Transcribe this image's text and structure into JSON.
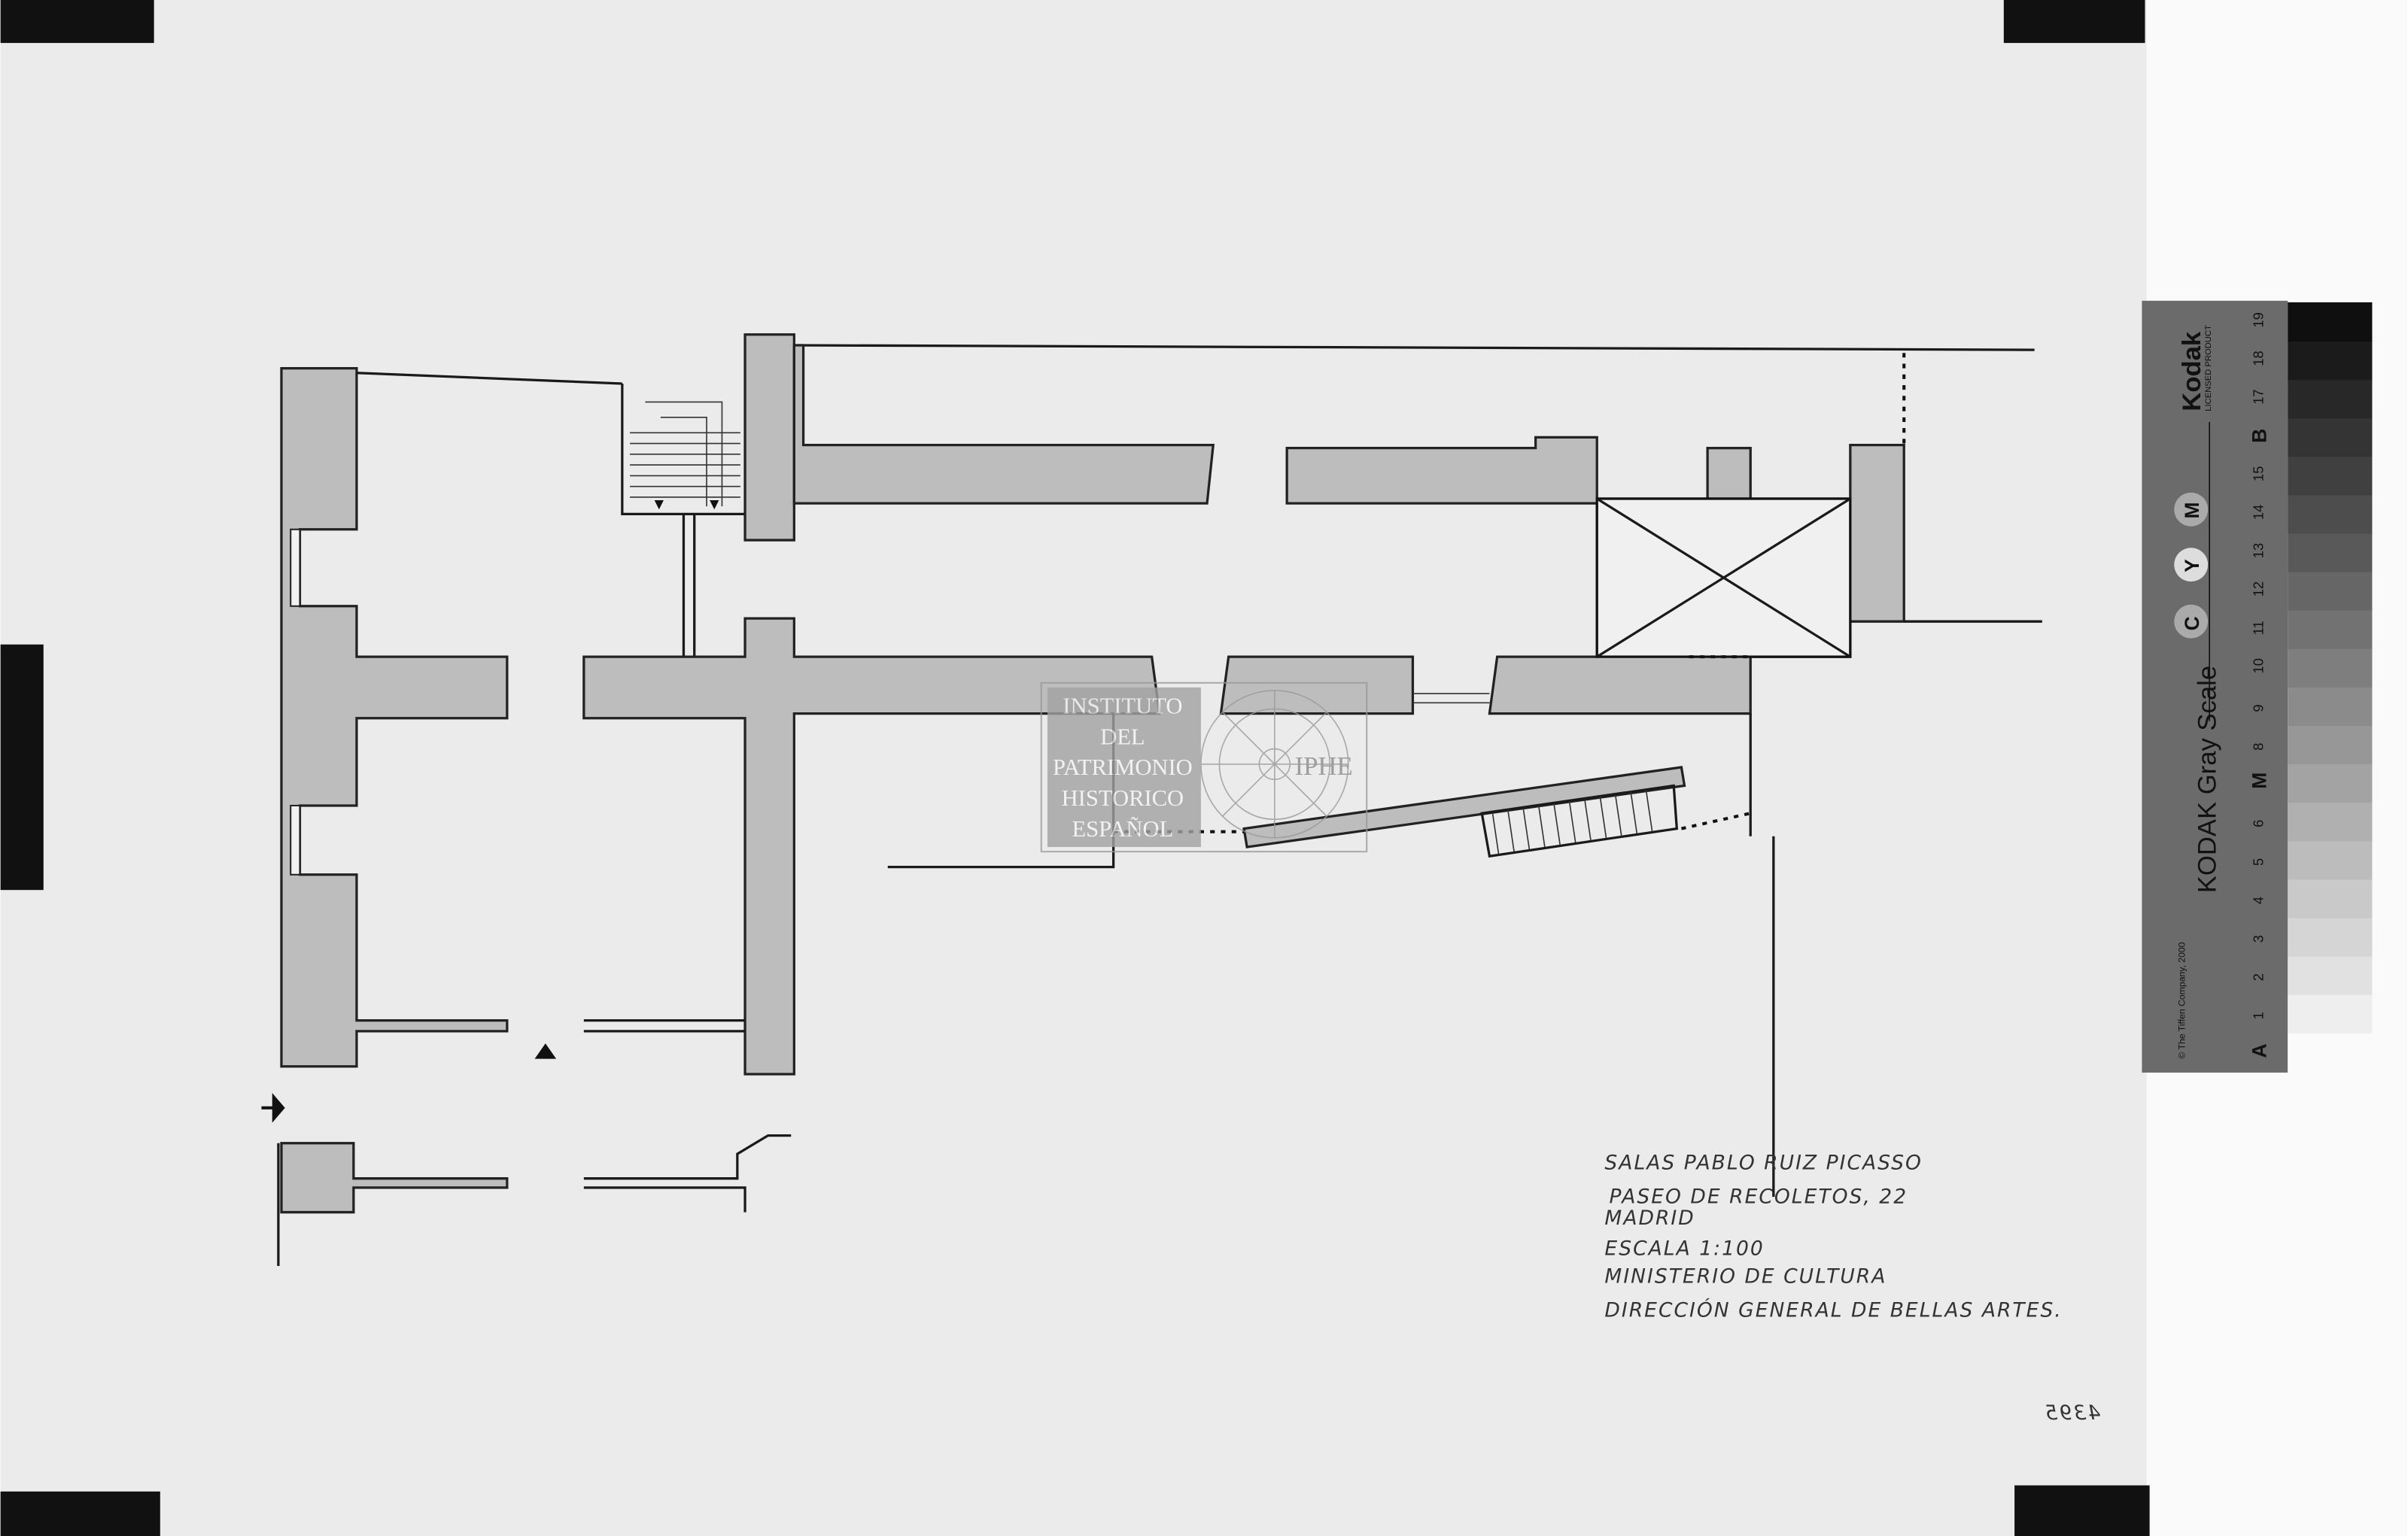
{
  "notes": {
    "lines": [
      "SALAS PABLO RUIZ PICASSO",
      "PASEO DE RECOLETOS, 22",
      "MADRID",
      "ESCALA 1:100",
      "MINISTERIO DE CULTURA",
      "DIRECCIÓN GENERAL DE BELLAS ARTES."
    ],
    "archive_number": "4395"
  },
  "stamp": {
    "rows": [
      "INSTITUTO",
      "DEL",
      "PATRIMONIO",
      "HISTORICO",
      "ESPAÑOL"
    ],
    "acronym": "IPHE"
  },
  "gray_scale": {
    "title": "KODAK Gray Scale",
    "brand": "Kodak",
    "licensed": "LICENSED PRODUCT",
    "copyright": "© The Tiffen Company, 2000",
    "cym": [
      "C",
      "Y",
      "M"
    ],
    "patch_labels": [
      "A",
      "1",
      "2",
      "3",
      "4",
      "5",
      "6",
      "M",
      "8",
      "9",
      "10",
      "11",
      "12",
      "13",
      "14",
      "15",
      "B",
      "17",
      "18",
      "19"
    ]
  }
}
